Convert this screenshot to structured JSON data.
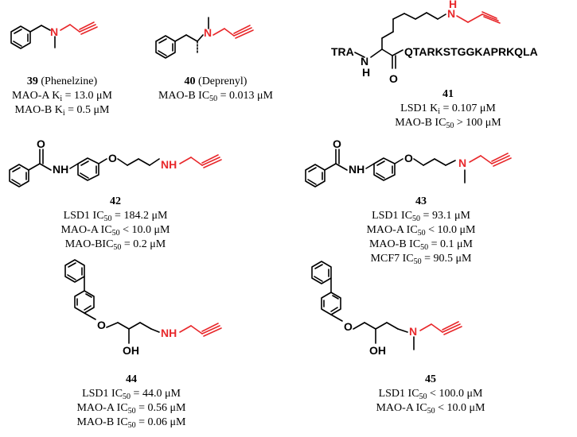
{
  "compounds": [
    {
      "id": "39",
      "name": "(Phenelzine)",
      "lines": [
        {
          "pre": "MAO-A K",
          "sub": "i",
          "post": " = 13.0 μM"
        },
        {
          "pre": "MAO-B K",
          "sub": "i",
          "post": " = 0.5 μM"
        }
      ]
    },
    {
      "id": "40",
      "name": "(Deprenyl)",
      "lines": [
        {
          "pre": "MAO-B IC",
          "sub": "50",
          "post": " = 0.013 μM"
        }
      ]
    },
    {
      "id": "41",
      "name": "",
      "lines": [
        {
          "pre": "LSD1 K",
          "sub": "i",
          "post": " = 0.107 μM"
        },
        {
          "pre": "MAO-B IC",
          "sub": "50",
          "post": " > 100 μM"
        }
      ]
    },
    {
      "id": "42",
      "name": "",
      "lines": [
        {
          "pre": "LSD1 IC",
          "sub": "50",
          "post": " = 184.2 μM"
        },
        {
          "pre": "MAO-A IC",
          "sub": "50",
          "post": " < 10.0 μM"
        },
        {
          "pre": "MAO-BIC",
          "sub": "50",
          "post": " = 0.2 μM"
        }
      ]
    },
    {
      "id": "43",
      "name": "",
      "lines": [
        {
          "pre": "LSD1 IC",
          "sub": "50",
          "post": " = 93.1 μM"
        },
        {
          "pre": "MAO-A IC",
          "sub": "50",
          "post": " < 10.0 μM"
        },
        {
          "pre": "MAO-B IC",
          "sub": "50",
          "post": " = 0.1 μM"
        },
        {
          "pre": "MCF7 IC",
          "sub": "50",
          "post": " = 90.5 μM"
        }
      ]
    },
    {
      "id": "44",
      "name": "",
      "lines": [
        {
          "pre": "LSD1 IC",
          "sub": "50",
          "post": " = 44.0 μM"
        },
        {
          "pre": "MAO-A IC",
          "sub": "50",
          "post": " = 0.56 μM"
        },
        {
          "pre": "MAO-B IC",
          "sub": "50",
          "post": " = 0.06 μM"
        }
      ]
    },
    {
      "id": "45",
      "name": "",
      "lines": [
        {
          "pre": "LSD1 IC",
          "sub": "50",
          "post": " < 100.0 μM"
        },
        {
          "pre": "MAO-A IC",
          "sub": "50",
          "post": " < 10.0 μM"
        }
      ]
    }
  ],
  "atoms": {
    "n": "N",
    "nh": "NH",
    "h": "H",
    "o": "O",
    "oh": "OH",
    "tra": "TRA",
    "peptide": "QTARKSTGGKAPRKQLA"
  },
  "colors": {
    "propargylamine": "#e8282b",
    "skeleton": "#000000"
  }
}
